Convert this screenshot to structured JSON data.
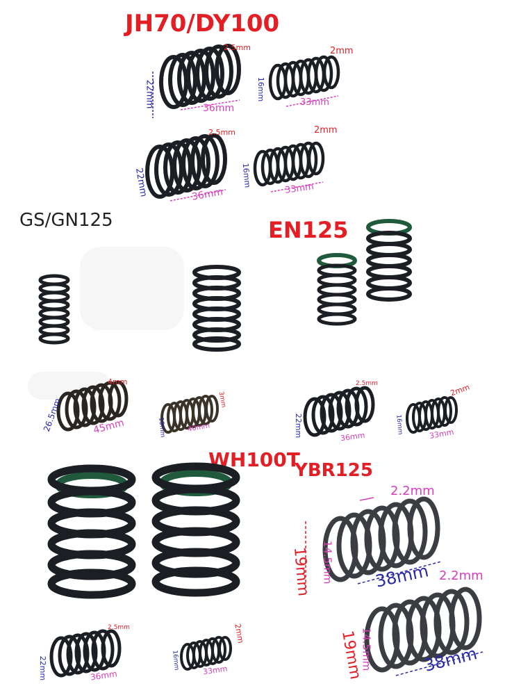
{
  "sections": {
    "jh70": "JH70/DY100",
    "gs": "GS/GN125",
    "en125": "EN125",
    "wh100t": "WH100T",
    "ybr125": "YBR125"
  },
  "dimensions": {
    "big_wire": "2.5mm",
    "big_diameter": "22mm",
    "big_length": "36mm",
    "small_wire": "2mm",
    "small_diameter": "16mm",
    "small_length": "33mm",
    "gs_big_wire": "4mm",
    "gs_big_diameter": "26.5mm",
    "gs_big_length": "45mm",
    "gs_small_wire": "3mm",
    "gs_small_diameter": "19mm",
    "gs_small_length": "40mm",
    "ybr_wire": "2.2mm",
    "ybr_inner": "14.5mm",
    "ybr_diameter": "19mm",
    "ybr_length": "38mm"
  },
  "colors": {
    "title_red": "#e31e24",
    "dim_blue": "#2a2aa8",
    "dim_magenta": "#d63fb8",
    "dim_red": "#e31e24",
    "spring_dark": "#1b1f24",
    "spring_green": "#1f5a3c"
  }
}
